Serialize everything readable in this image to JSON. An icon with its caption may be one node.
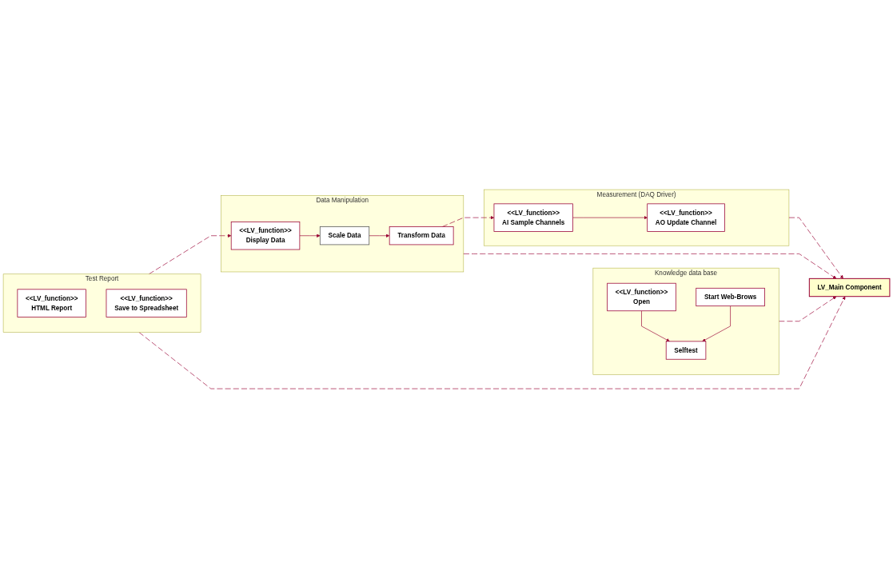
{
  "diagram": {
    "nodes": [
      {
        "text": [
          "Measurement (DAQ Driver)"
        ]
      },
      {
        "text": [
          "<<LV_function>>",
          "AO Update Channel"
        ],
        "in": 0
      },
      {
        "text": [
          "<<LV_function>>",
          "AI Sample Channels"
        ],
        "in": 0
      },
      {
        "text": [
          "Data Manipulation"
        ]
      },
      {
        "text": [
          "Transform Data"
        ],
        "in": 3
      },
      {
        "text": [
          "Scale Data"
        ],
        "in": 3
      },
      {
        "text": [
          "<<LV_function>>",
          "Display Data"
        ],
        "in": 3
      },
      {
        "text": [
          "LV_Main Component"
        ]
      },
      {
        "text": [
          "Knowledge data base"
        ]
      },
      {
        "text": [
          "<<LV_function>>",
          "Open"
        ],
        "in": 8
      },
      {
        "text": [
          "Selftest"
        ],
        "in": 8
      },
      {
        "text": [
          "Start Web-Brows"
        ],
        "in": 8
      },
      {
        "text": [
          "Test Report"
        ]
      },
      {
        "text": [
          "<<LV_function>>",
          "HTML Report"
        ],
        "in": 12
      },
      {
        "text": [
          "<<LV_function>>",
          "Save to Spreadsheet"
        ],
        "in": 12
      }
    ],
    "edges": [
      {
        "from": 4,
        "to": 2,
        "arrow": "to",
        "style": "dashed"
      },
      {
        "from": 2,
        "to": 1,
        "arrow": "to"
      },
      {
        "from": 5,
        "to": 4,
        "arrow": "to"
      },
      {
        "from": 6,
        "to": 5,
        "arrow": "to"
      },
      {
        "from": 0,
        "to": 7,
        "arrow": "to",
        "style": "dashed"
      },
      {
        "from": 3,
        "to": 7,
        "arrow": "to",
        "style": "dashed"
      },
      {
        "from": 8,
        "to": 7,
        "arrow": "to",
        "style": "dashed"
      },
      {
        "from": 12,
        "to": 7,
        "arrow": "to",
        "style": "dashed"
      },
      {
        "from": 12,
        "to": 6,
        "arrow": "to",
        "style": "dashed"
      },
      {
        "from": 9,
        "to": 10,
        "arrow": "to"
      },
      {
        "from": 11,
        "to": 10,
        "arrow": "to"
      }
    ]
  }
}
